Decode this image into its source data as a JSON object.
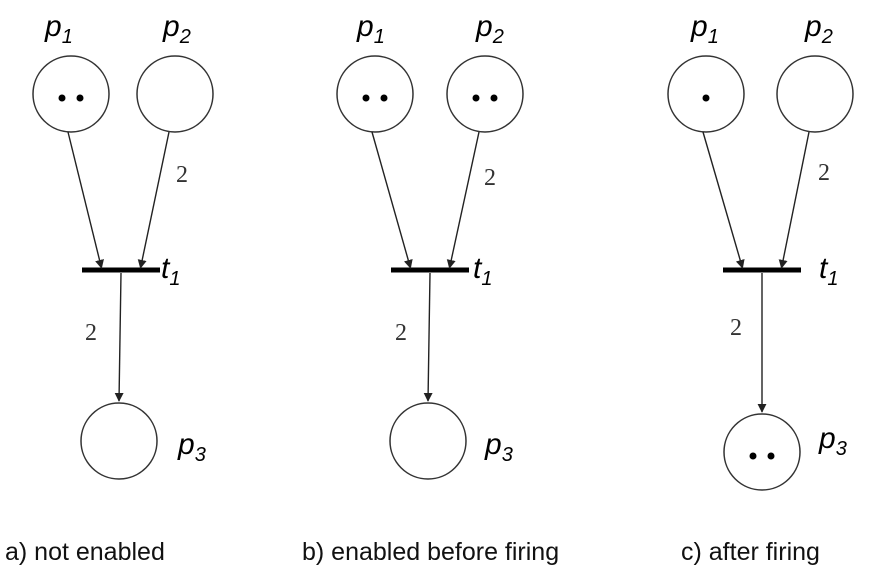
{
  "panels": [
    {
      "id": "a",
      "caption": "a) not enabled",
      "places": {
        "p1": {
          "label": "p",
          "sub": "1",
          "tokens": 2
        },
        "p2": {
          "label": "p",
          "sub": "2",
          "tokens": 0
        },
        "p3": {
          "label": "p",
          "sub": "3",
          "tokens": 0
        }
      },
      "transition": {
        "label": "t",
        "sub": "1"
      },
      "weights": {
        "p2_t1": "2",
        "t1_p3": "2"
      }
    },
    {
      "id": "b",
      "caption": "b) enabled before firing",
      "places": {
        "p1": {
          "label": "p",
          "sub": "1",
          "tokens": 2
        },
        "p2": {
          "label": "p",
          "sub": "2",
          "tokens": 2
        },
        "p3": {
          "label": "p",
          "sub": "3",
          "tokens": 0
        }
      },
      "transition": {
        "label": "t",
        "sub": "1"
      },
      "weights": {
        "p2_t1": "2",
        "t1_p3": "2"
      }
    },
    {
      "id": "c",
      "caption": "c) after firing",
      "places": {
        "p1": {
          "label": "p",
          "sub": "1",
          "tokens": 1
        },
        "p2": {
          "label": "p",
          "sub": "2",
          "tokens": 0
        },
        "p3": {
          "label": "p",
          "sub": "3",
          "tokens": 2
        }
      },
      "transition": {
        "label": "t",
        "sub": "1"
      },
      "weights": {
        "p2_t1": "2",
        "t1_p3": "2"
      }
    }
  ]
}
